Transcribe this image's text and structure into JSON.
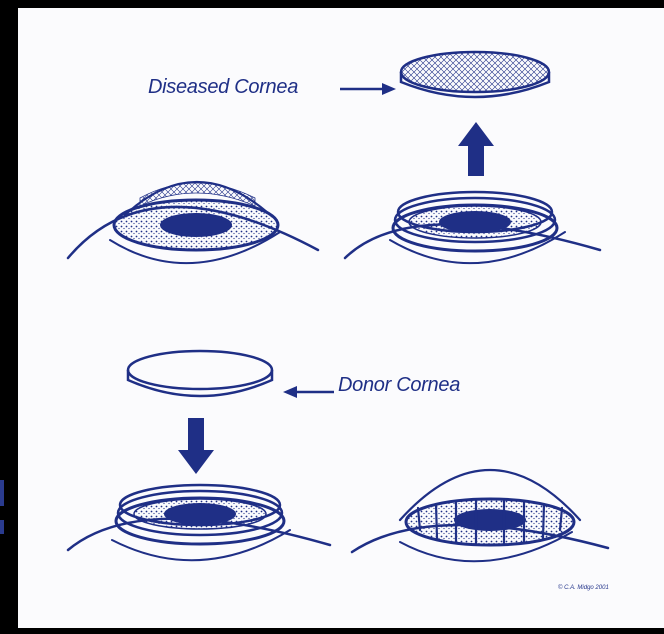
{
  "labels": {
    "diseased_cornea": "Diseased Cornea",
    "donor_cornea": "Donor Cornea",
    "copyright": "© C.A. Midgo 2001"
  },
  "colors": {
    "ink": "#1f2f86",
    "paper": "#fbfbfd",
    "frame": "#000000"
  },
  "icons": [
    "eye-diagram",
    "cornea-disc-icon",
    "arrow-up-icon",
    "arrow-down-icon",
    "arrow-left-icon"
  ]
}
